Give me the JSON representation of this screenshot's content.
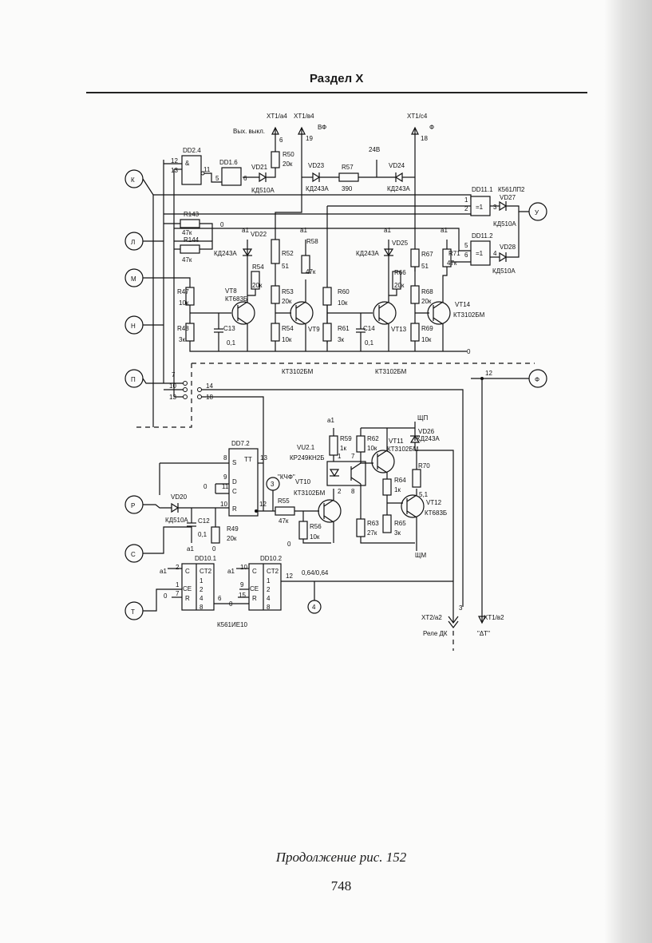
{
  "header": {
    "section": "Раздел X"
  },
  "caption": "Продолжение рис. 152",
  "page_number": "748",
  "connectors": [
    "К",
    "Л",
    "М",
    "Н",
    "П",
    "Р",
    "С",
    "Т"
  ],
  "outputs": {
    "u": "У",
    "f": "Ф"
  },
  "probes": [
    "3",
    "4"
  ],
  "labels": {
    "xt1_a4": "XT1/a4",
    "xt1_v4": "XT1/в4",
    "xt1_c4": "XT1/c4",
    "vyh_vykl": "Вых. выкл.",
    "vf": "ВФ",
    "f": "Ф",
    "pin6": "6",
    "pin19": "19",
    "pin18": "18",
    "v24": "24В",
    "dd24": "DD2.4",
    "dd16": "DD1.6",
    "amp": "&",
    "r50": "R50",
    "r50v": "20к",
    "vd21": "VD21",
    "vd21t": "КД510А",
    "vd23": "VD23",
    "vd23t": "КД243А",
    "r57": "R57",
    "r57v": "390",
    "vd24": "VD24",
    "vd24t": "КД243А",
    "dd111": "DD11.1",
    "dd112": "DD11.2",
    "k561lp2": "К561ЛП2",
    "eq1": "=1",
    "vd27": "VD27",
    "vd27t": "КД510А",
    "vd28": "VD28",
    "vd28t": "КД510А",
    "r143": "R143",
    "r143v": "47к",
    "r144": "R144",
    "r144v": "47к",
    "zero": "0",
    "a1": "а1",
    "vd22": "VD22",
    "vd22t": "КД243А",
    "vd25": "VD25",
    "vd25t": "КД243А",
    "r52": "R52",
    "r52v": "51",
    "r58": "R58",
    "r58v": "47к",
    "r67": "R67",
    "r67v": "51",
    "r71": "R71",
    "r71v": "47к",
    "r54": "R54",
    "r54v": "20к",
    "r66": "R66",
    "r66v": "20к",
    "r47": "R47",
    "r47v": "10к",
    "r53": "R53",
    "r53v": "20к",
    "r60": "R60",
    "r60v": "10к",
    "r68": "R68",
    "r68v": "20к",
    "vt8": "VT8",
    "vt8t": "КТ683Б",
    "vt9": "VT9",
    "vt13": "VT13",
    "vt14": "VT14",
    "vt14t": "КТ3102БМ",
    "r48": "R48",
    "r48v": "3к",
    "c13": "C13",
    "c13v": "0,1",
    "r54b": "R54",
    "r54bv": "10к",
    "r61": "R61",
    "r61v": "3к",
    "c14": "C14",
    "c14v": "0,1",
    "r69": "R69",
    "r69v": "10к",
    "kt3102a": "КТ3102БМ",
    "kt3102b": "КТ3102БМ",
    "p7": "7",
    "p10": "10",
    "p13": "13",
    "p14": "14",
    "p18": "18",
    "p12": "12",
    "dd72": "DD7.2",
    "tt": "TT",
    "s": "S",
    "d": "D",
    "c": "C",
    "r": "R",
    "n8": "8",
    "n9": "9",
    "n11": "11",
    "n10": "10",
    "n13": "13",
    "n12": "12",
    "kchf": "\"КЧФ\"",
    "vu21": "VU2.1",
    "vu21t": "КР249КН2Б",
    "vt10": "VT10",
    "vt10t": "КТ3102БМ",
    "r55": "R55",
    "r55v": "47к",
    "r56": "R56",
    "r56v": "10к",
    "r59": "R59",
    "r59v": "1к",
    "r62": "R62",
    "r62v": "10к",
    "vt11": "VT11",
    "vt11t": "КТ3102БМ",
    "r64": "R64",
    "r64v": "1к",
    "r63": "R63",
    "r63v": "27к",
    "r65": "R65",
    "r65v": "3к",
    "vt12": "VT12",
    "vt12t": "КТ683Б",
    "shp": "ЩП",
    "shm": "ЩМ",
    "vd26": "VD26",
    "vd26t": "КД243А",
    "r70": "R70",
    "r70v": "5,1",
    "vd20": "VD20",
    "vd20t": "КД510А",
    "c12": "C12",
    "c12v": "0,1",
    "r49": "R49",
    "r49v": "20к",
    "dd101": "DD10.1",
    "dd102": "DD10.2",
    "ct2": "CT2",
    "ce": "CE",
    "k561ie10": "К561ИЕ10",
    "div": "0,64/0,64",
    "xt2a2": "XT2/а2",
    "xt1v2": "XT1/в2",
    "rele": "Реле ДК",
    "dt": "\"ΔТ\"",
    "pin3": "3",
    "pin2": "2",
    "pin1": "1",
    "pin4": "4",
    "pin5": "5"
  }
}
